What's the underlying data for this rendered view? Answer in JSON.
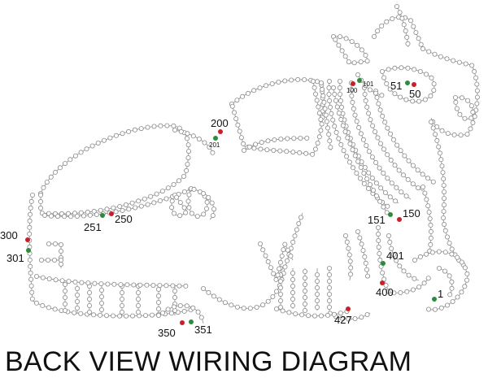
{
  "title": "BACK VIEW WIRING DIAGRAM",
  "colors": {
    "start": "#2e8b3e",
    "end": "#c8202a",
    "hole": "#ffffff",
    "outline": "#9a9a9a"
  },
  "markers": [
    {
      "label": "1",
      "color": "start"
    },
    {
      "label": "50",
      "color": "end"
    },
    {
      "label": "51",
      "color": "start"
    },
    {
      "label": "100",
      "color": "end"
    },
    {
      "label": "101",
      "color": "start"
    },
    {
      "label": "150",
      "color": "end"
    },
    {
      "label": "151",
      "color": "start"
    },
    {
      "label": "200",
      "color": "end"
    },
    {
      "label": "201",
      "color": "start"
    },
    {
      "label": "250",
      "color": "end"
    },
    {
      "label": "251",
      "color": "start"
    },
    {
      "label": "300",
      "color": "end"
    },
    {
      "label": "301",
      "color": "start"
    },
    {
      "label": "350",
      "color": "end"
    },
    {
      "label": "351",
      "color": "start"
    },
    {
      "label": "400",
      "color": "end"
    },
    {
      "label": "401",
      "color": "start"
    },
    {
      "label": "427",
      "color": "end"
    }
  ]
}
